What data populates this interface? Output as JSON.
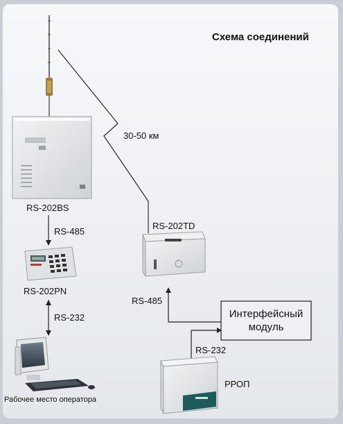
{
  "title": "Схема соединений",
  "distance_label": "30-50 км",
  "devices": {
    "base_station": "RS-202BS",
    "panel": "RS-202PN",
    "transmitter": "RS-202TD",
    "interface_line1": "Интерфейсный",
    "interface_line2": "модуль",
    "ppop": "РРОП",
    "workstation": "Рабочее место оператора"
  },
  "links": {
    "bs_to_pn": "RS-485",
    "pn_to_pc": "RS-232",
    "td_to_interface": "RS-485",
    "interface_to_ppop": "RS-232"
  },
  "colors": {
    "background": "#c9cdd4",
    "panel": "#eef0f3",
    "line": "#222222",
    "device": "#e6e8ea"
  }
}
